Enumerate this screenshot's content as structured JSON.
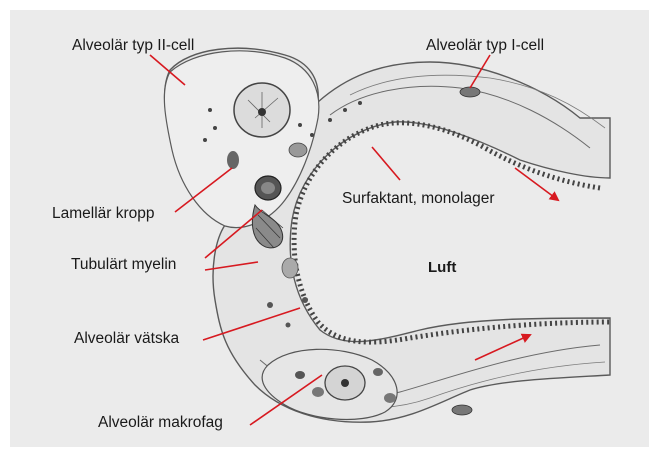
{
  "labels": {
    "type_ii_cell": "Alveolär typ II-cell",
    "type_i_cell": "Alveolär typ I-cell",
    "surfactant": "Surfaktant, monolager",
    "lamellar_body": "Lamellär kropp",
    "tubular_myelin": "Tubulärt myelin",
    "air": "Luft",
    "alveolar_fluid": "Alveolär vätska",
    "macrophage": "Alveolär makrofag"
  },
  "colors": {
    "background_panel": "#ebebeb",
    "pointer_line": "#d71920",
    "membrane": "#555555",
    "cytoplasm": "#e2e2e2"
  }
}
